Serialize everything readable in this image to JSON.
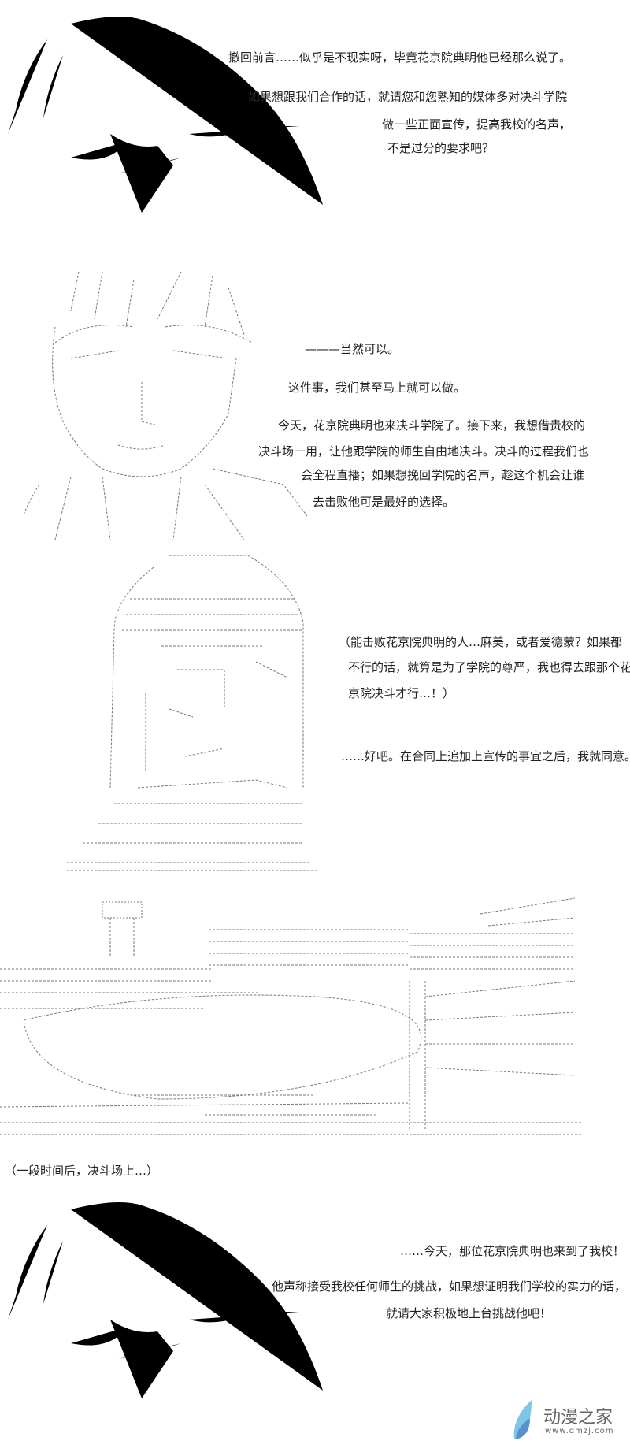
{
  "panel1": {
    "lines": [
      "撤回前言……似乎是不现实呀，毕竟花京院典明他已经那么说了。",
      "如果想跟我们合作的话，就请您和您熟知的媒体多对决斗学院",
      "做一些正面宣传，提高我校的名声，",
      "不是过分的要求吧？"
    ]
  },
  "panel2": {
    "lines": [
      "———当然可以。",
      "这件事，我们甚至马上就可以做。",
      "今天，花京院典明也来决斗学院了。接下来，我想借贵校的",
      "决斗场一用，让他跟学院的师生自由地决斗。决斗的过程我们也",
      "会全程直播；如果想挽回学院的名声，趁这个机会让谁",
      "去击败他可是最好的选择。"
    ]
  },
  "panel3": {
    "lines": [
      "（能击败花京院典明的人…麻美，或者爱德蒙？如果都",
      "不行的话，就算是为了学院的尊严，我也得去跟那个花",
      "京院决斗才行…！）",
      "……好吧。在合同上追加上宣传的事宜之后，我就同意。"
    ]
  },
  "narration": "（一段时间后，决斗场上…）",
  "panel5": {
    "lines": [
      "……今天，那位花京院典明也来到了我校！",
      "他声称接受我校任何师生的挑战，如果想证明我们学校的实力的话，",
      "就请大家积极地上台挑战他吧！"
    ]
  },
  "watermark": {
    "name": "动漫之家",
    "url": "www.dmzj.com"
  }
}
